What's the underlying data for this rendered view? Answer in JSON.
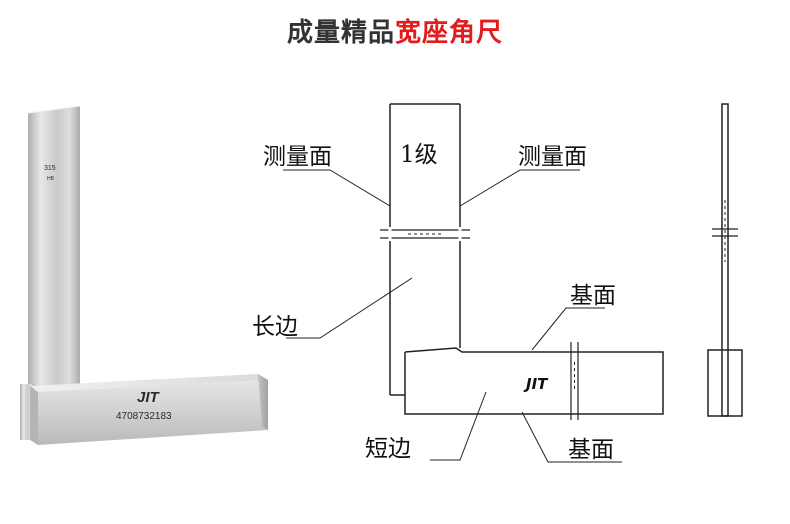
{
  "title": {
    "part1": "成量精品",
    "part2": "宽座角尺"
  },
  "photo": {
    "size_marking": "315",
    "logo": "JIT",
    "serial": "4708732183"
  },
  "diagram": {
    "grade": "1级",
    "measuring_face_left": "测量面",
    "measuring_face_right": "测量面",
    "long_side": "长边",
    "base_face_top": "基面",
    "short_side": "短边",
    "base_face_bottom": "基面",
    "logo": "JIT"
  },
  "colors": {
    "title_dark": "#333333",
    "title_accent": "#e21b1b"
  }
}
